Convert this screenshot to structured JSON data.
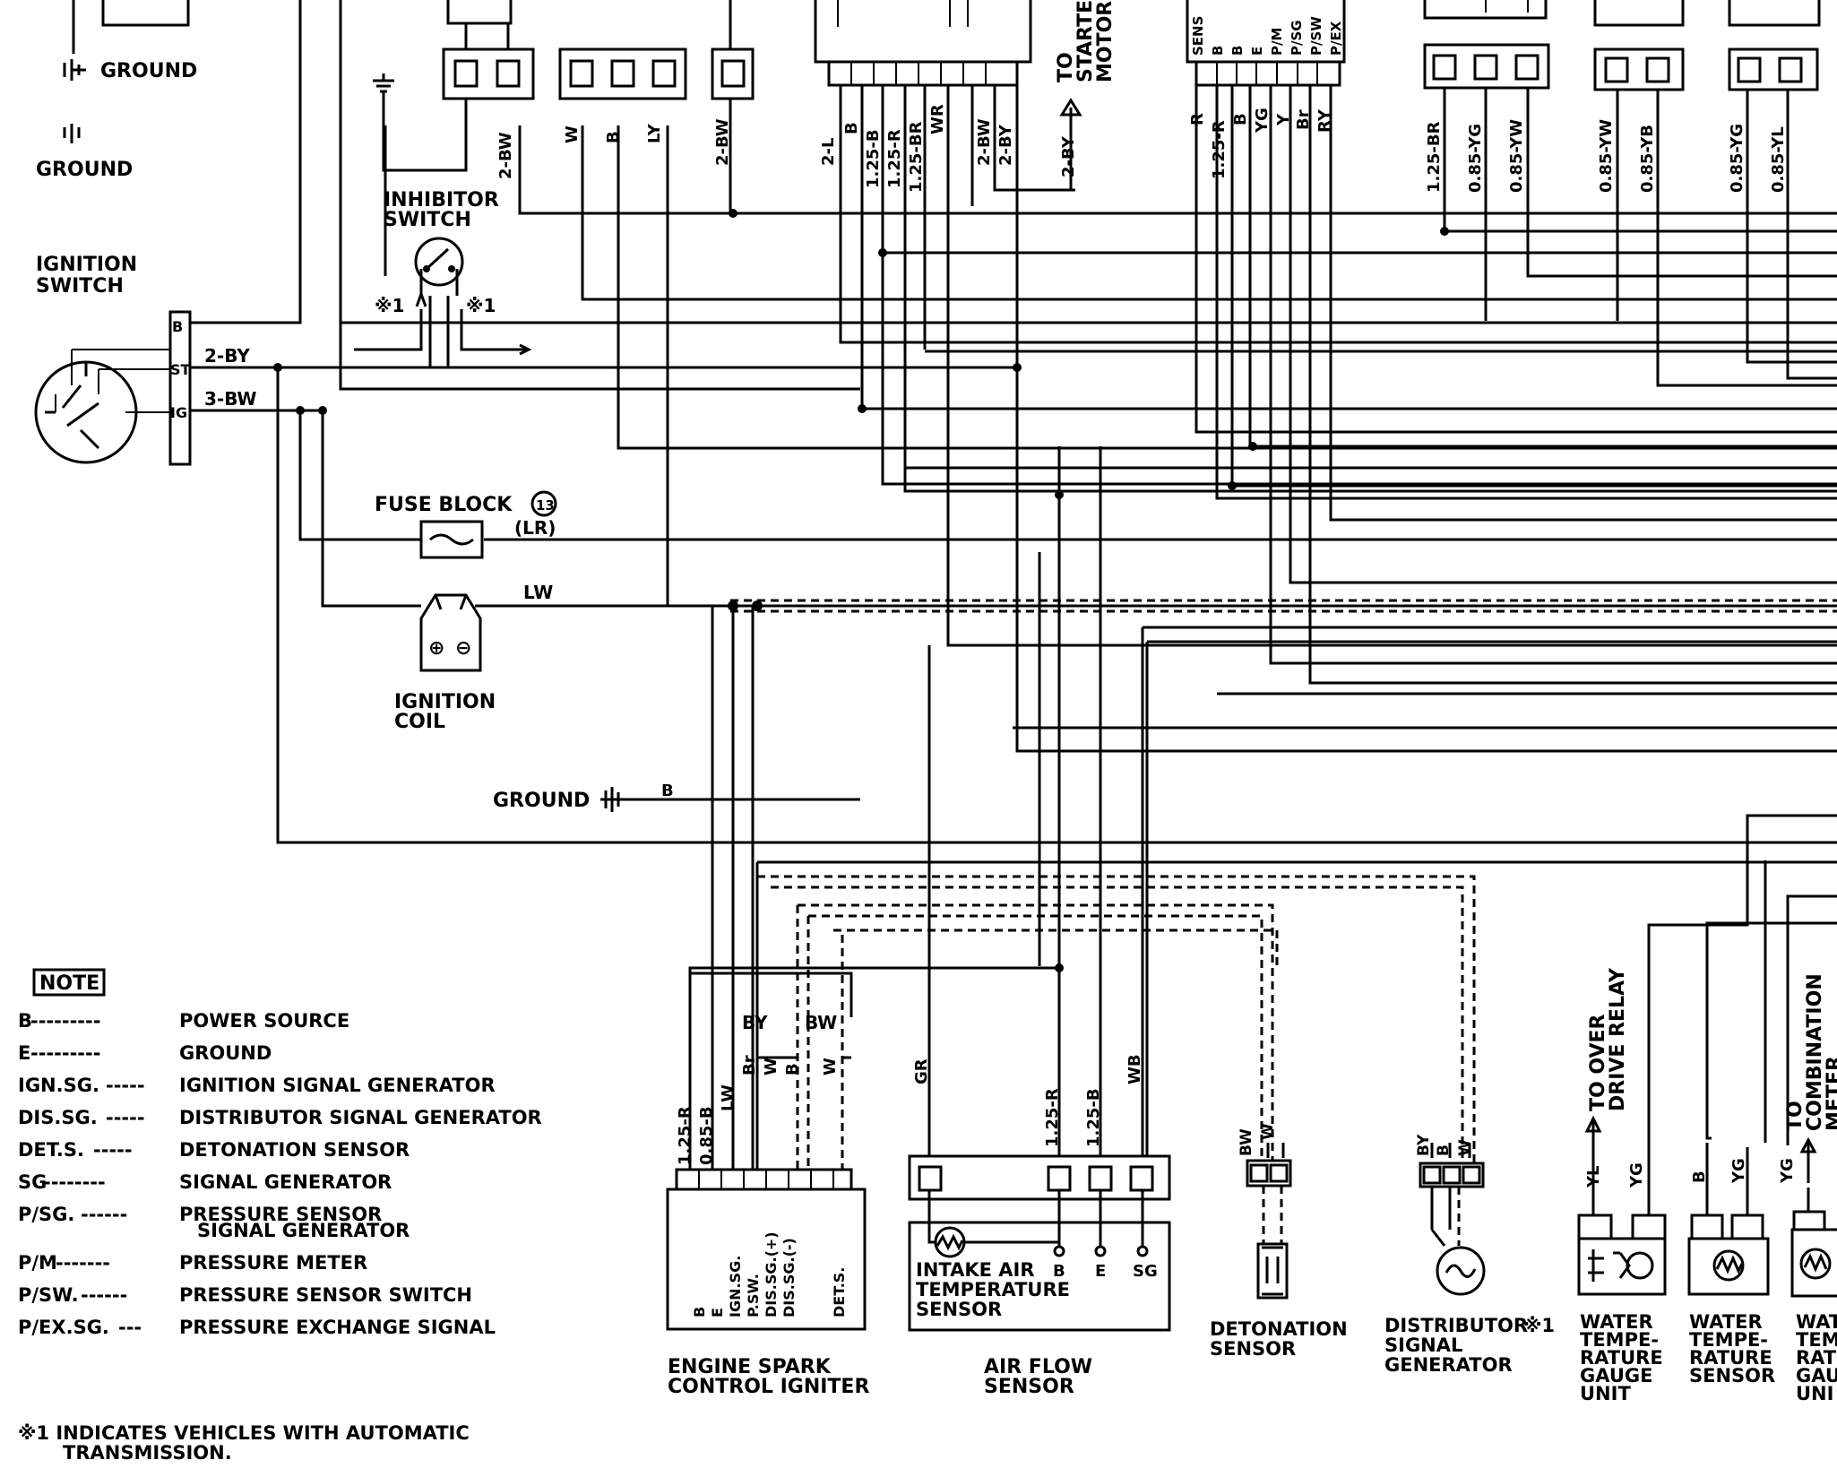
{
  "ground_labels": {
    "top1": "GROUND",
    "top2": "GROUND",
    "main": "GROUND",
    "main_wire": "B"
  },
  "ignition_switch": {
    "title1": "IGNITION",
    "title2": "SWITCH",
    "terminals": [
      "B",
      "ST",
      "IG"
    ],
    "wire_st": "2-BY",
    "wire_ig": "3-BW"
  },
  "inhibitor_switch": {
    "title1": "INHIBITOR",
    "title2": "SWITCH",
    "mark_left": "※1",
    "mark_right": "※1"
  },
  "fuse_block": {
    "title": "FUSE BLOCK",
    "number": "13",
    "wire": "(LR)"
  },
  "ignition_coil": {
    "title1": "IGNITION",
    "title2": "COIL",
    "wire": "LW",
    "plus": "⊕",
    "minus": "⊖"
  },
  "starter_motor": {
    "line1": "TO",
    "line2": "STARTER",
    "line3": "MOTOR",
    "wire": "2-BY"
  },
  "top_wires": {
    "group_a": [
      "2-BW"
    ],
    "group_b": [
      "W",
      "B",
      "LY"
    ],
    "group_c": [
      "2-BW"
    ],
    "group_d": [
      "2-L",
      "B",
      "1.25-B",
      "1.25-R",
      "1.25-BR",
      "WR",
      "2-BW",
      "2-BY"
    ],
    "group_e": [
      "R",
      "1.25-R",
      "B",
      "YG",
      "Y",
      "Br",
      "RY"
    ],
    "group_f": [
      "1.25-BR",
      "0.85-YG",
      "0.85-YW"
    ],
    "group_g": [
      "0.85-YW",
      "0.85-YB"
    ],
    "group_h": [
      "0.85-YG",
      "0.85-YL"
    ]
  },
  "sensor_connector_labels": [
    "SENS",
    "B",
    "B",
    "E",
    "P/M",
    "P/SG",
    "P/SW",
    "P/EX"
  ],
  "note": {
    "title": "NOTE",
    "entries": [
      {
        "abbr": "B",
        "dash": "---------",
        "desc": "POWER SOURCE"
      },
      {
        "abbr": "E",
        "dash": "---------",
        "desc": "GROUND"
      },
      {
        "abbr": "IGN.SG.",
        "dash": "-----",
        "desc": "IGNITION SIGNAL GENERATOR"
      },
      {
        "abbr": "DIS.SG.",
        "dash": "-----",
        "desc": "DISTRIBUTOR SIGNAL GENERATOR"
      },
      {
        "abbr": "DET.S.",
        "dash": "-----",
        "desc": "DETONATION SENSOR"
      },
      {
        "abbr": "SG",
        "dash": "--------",
        "desc": "SIGNAL GENERATOR"
      },
      {
        "abbr": "P/SG.",
        "dash": "------",
        "desc": "PRESSURE SENSOR",
        "desc2": "SIGNAL GENERATOR"
      },
      {
        "abbr": "P/M",
        "dash": "-------",
        "desc": "PRESSURE METER"
      },
      {
        "abbr": "P/SW.",
        "dash": "------",
        "desc": "PRESSURE SENSOR SWITCH"
      },
      {
        "abbr": "P/EX.SG.",
        "dash": "---",
        "desc": "PRESSURE EXCHANGE SIGNAL"
      }
    ],
    "footnote1": "※1 INDICATES VEHICLES WITH AUTOMATIC",
    "footnote2": "TRANSMISSION."
  },
  "igniter": {
    "title1": "ENGINE SPARK",
    "title2": "CONTROL IGNITER",
    "wires": [
      "1.25-R",
      "0.85-B",
      "LW",
      "Br",
      "W",
      "B",
      "W"
    ],
    "bracket_left": "BY",
    "bracket_right": "BW",
    "pins": [
      "B",
      "E",
      "IGN.SG.",
      "P.SW.",
      "DIS.SG.(+)",
      "DIS.SG.(-)",
      "DET.S."
    ]
  },
  "air_flow": {
    "title1": "AIR FLOW",
    "title2": "SENSOR",
    "wires": [
      "GR",
      "1.25-R",
      "1.25-B",
      "WB"
    ],
    "pins": [
      "B",
      "E",
      "SG"
    ],
    "intake1": "INTAKE AIR",
    "intake2": "TEMPERATURE",
    "intake3": "SENSOR"
  },
  "detonation": {
    "title1": "DETONATION",
    "title2": "SENSOR",
    "wires": [
      "BW",
      "W"
    ]
  },
  "distributor": {
    "title1": "DISTRIBUTOR",
    "title2": "SIGNAL",
    "title3": "GENERATOR",
    "mark": "※1",
    "wires": [
      "BY",
      "B",
      "W"
    ]
  },
  "overdrive": {
    "line1": "TO OVER",
    "line2": "DRIVE RELAY",
    "wires": [
      "YL",
      "YG"
    ]
  },
  "gauge_unit": {
    "lines": [
      "WATER",
      "TEMPE-",
      "RATURE",
      "GAUGE",
      "UNIT"
    ]
  },
  "temp_sensor": {
    "lines": [
      "WATER",
      "TEMPE-",
      "RATURE",
      "SENSOR"
    ],
    "wires": [
      "B",
      "YG"
    ]
  },
  "combination_meter": {
    "line1": "TO",
    "line2": "COMBINATION",
    "line3": "METER",
    "wire": "YG"
  },
  "partial_unit": {
    "lines": [
      "WAT",
      "TEM",
      "RAT",
      "GAU",
      "UNI"
    ]
  }
}
